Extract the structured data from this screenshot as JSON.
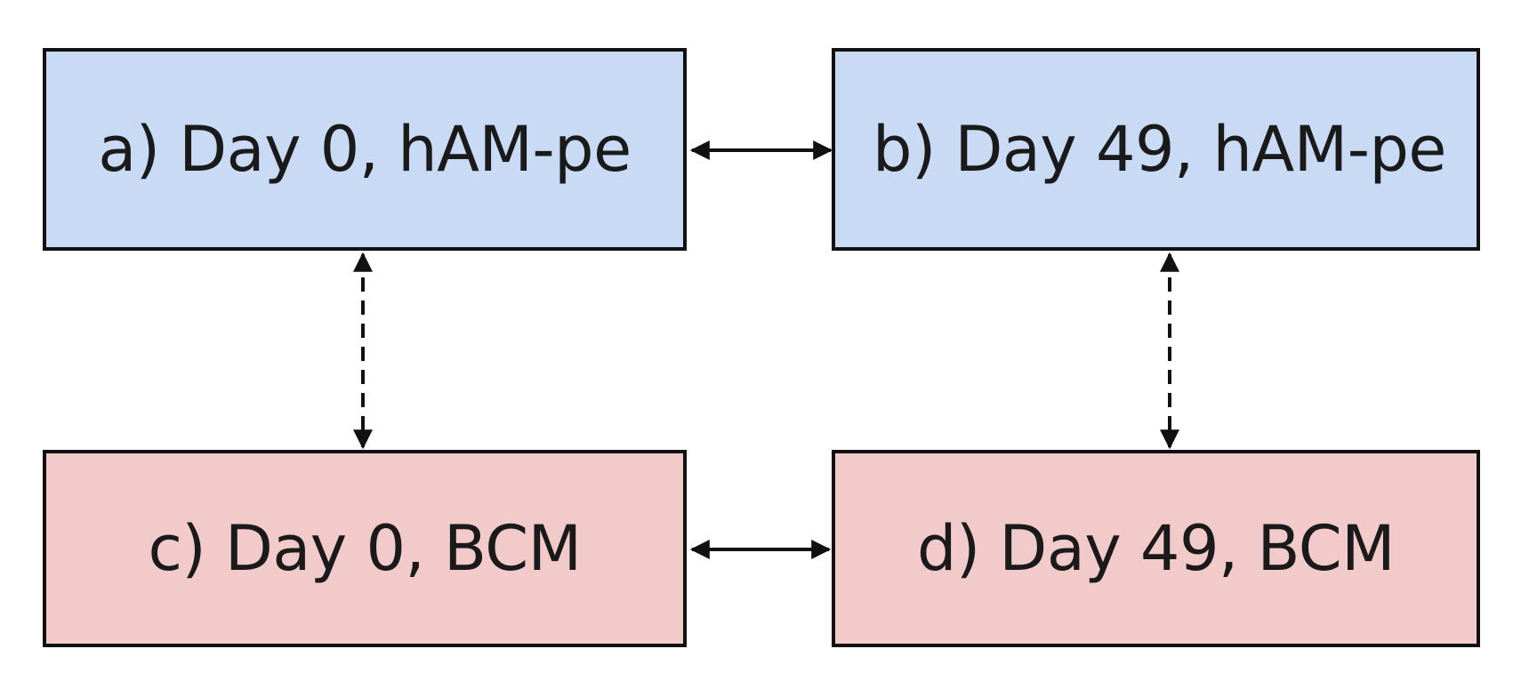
{
  "boxes": {
    "a": {
      "label": "a) Day 0, hAM-pe",
      "fill": "#c9daf5"
    },
    "b": {
      "label": "b) Day 49, hAM-pe",
      "fill": "#c9daf5"
    },
    "c": {
      "label": "c) Day 0, BCM",
      "fill": "#f3caca"
    },
    "d": {
      "label": "d) Day 49, BCM",
      "fill": "#f3caca"
    }
  },
  "connectors": [
    {
      "from": "a",
      "to": "b",
      "style": "solid",
      "direction": "both"
    },
    {
      "from": "c",
      "to": "d",
      "style": "solid",
      "direction": "both"
    },
    {
      "from": "a",
      "to": "c",
      "style": "dashed",
      "direction": "both"
    },
    {
      "from": "b",
      "to": "d",
      "style": "dashed",
      "direction": "both"
    }
  ],
  "colors": {
    "border": "#111111",
    "text": "#1a1a1a",
    "arrow": "#111111"
  }
}
